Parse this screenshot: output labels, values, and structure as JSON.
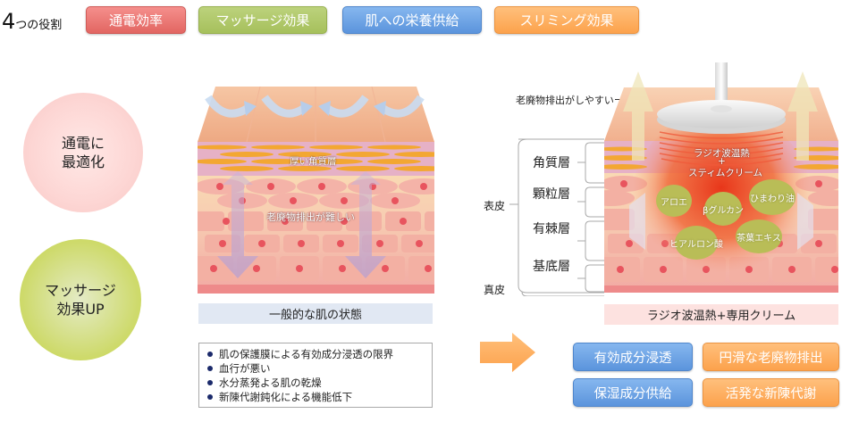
{
  "header": {
    "title_number": "4",
    "title_text": "つの役割",
    "roles": [
      {
        "label": "通電効率",
        "color": "#e8706c"
      },
      {
        "label": "マッサージ効果",
        "color": "#afc766"
      },
      {
        "label": "肌への栄養供給",
        "color": "#6aa2e3"
      },
      {
        "label": "スリミング効果",
        "color": "#fdae5e"
      }
    ]
  },
  "circles": {
    "top": {
      "line1": "通電に",
      "line2": "最適化"
    },
    "bottom": {
      "line1": "マッサージ",
      "line2": "効果UP"
    }
  },
  "left_diagram": {
    "label_top": "厚い角質層",
    "label_middle": "老廃物排出が難しい",
    "caption": "一般的な肌の状態",
    "issues": [
      "肌の保護膜による有効成分浸透の限界",
      "血行が悪い",
      "水分蒸発よる肌の乾燥",
      "新陳代謝鈍化による機能低下"
    ]
  },
  "right_diagram": {
    "callout": "老廃物排出がしやすい",
    "center_line1": "ラジオ波温熱",
    "center_plus": "+",
    "center_line2": "スティムクリーム",
    "ingredients": [
      "アロエ",
      "βグルカン",
      "ひまわり油",
      "ヒアルロン酸",
      "茶葉エキス"
    ],
    "caption": "ラジオ波温熱+専用クリーム"
  },
  "layers": {
    "epidermis": "表皮",
    "dermis": "真皮",
    "items": [
      "角質層",
      "顆粒層",
      "有棘層",
      "基底層"
    ]
  },
  "benefits": [
    {
      "label": "有効成分浸透",
      "color": "#6aa2e3"
    },
    {
      "label": "円滑な老廃物排出",
      "color": "#fdae5e"
    },
    {
      "label": "保湿成分供給",
      "color": "#6aa2e3"
    },
    {
      "label": "活発な新陳代謝",
      "color": "#fdae5e"
    }
  ]
}
